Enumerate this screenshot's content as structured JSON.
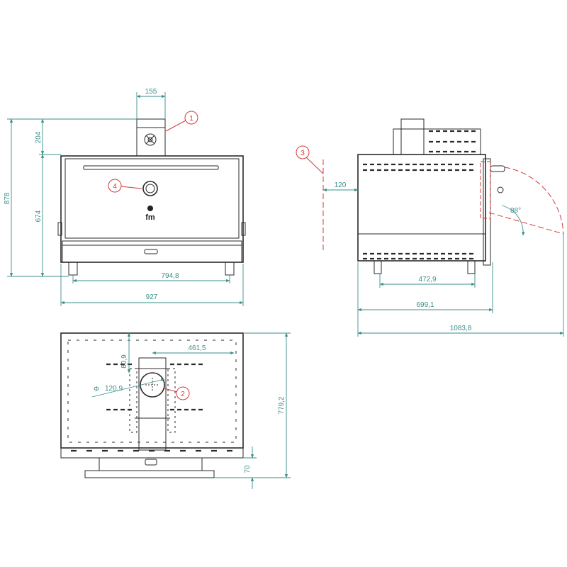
{
  "dimensions": {
    "front_chimney_width": "155",
    "front_chimney_height": "204",
    "front_total_height": "878",
    "front_body_height": "674",
    "front_feet_span": "794,8",
    "front_total_width": "927",
    "side_offset": "120",
    "side_feet_span": "472,9",
    "side_body_depth": "699,1",
    "side_total_depth": "1083,8",
    "side_door_angle": "88°",
    "top_offset_h": "461,5",
    "top_offset_v": "80,9",
    "top_flue_diameter": "120,9",
    "top_total_depth": "779,2",
    "top_rail": "70"
  },
  "callouts": [
    "1",
    "2",
    "3",
    "4"
  ],
  "symbols": {
    "diameter": "Φ"
  },
  "logo_text": "fm",
  "colors": {
    "line": "#2a2a2a",
    "dimension": "#3a8f8a",
    "callout": "#d23a3a"
  }
}
